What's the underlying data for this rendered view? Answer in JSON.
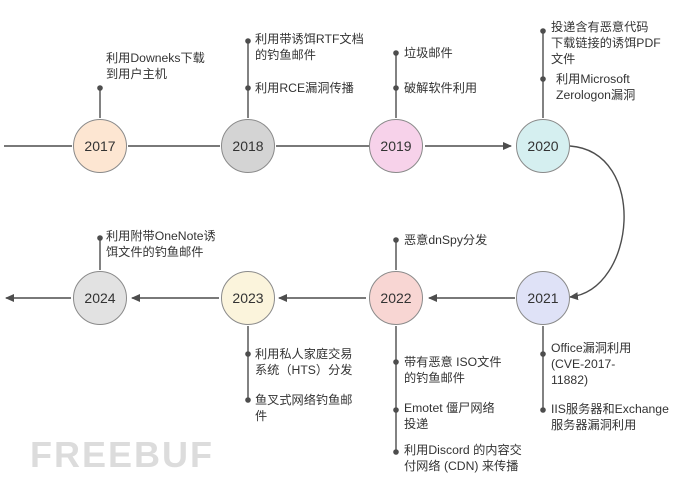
{
  "colors": {
    "line": "#4d4d4d",
    "n2017": "#fde6d2",
    "n2018": "#d4d4d4",
    "n2019": "#f7d2ea",
    "n2020": "#d5eff0",
    "n2021": "#dfe2f7",
    "n2022": "#f8d6d3",
    "n2023": "#fbf4dc",
    "n2024": "#e2e2e2"
  },
  "years": {
    "y2017": "2017",
    "y2018": "2018",
    "y2019": "2019",
    "y2020": "2020",
    "y2021": "2021",
    "y2022": "2022",
    "y2023": "2023",
    "y2024": "2024"
  },
  "events": {
    "e2017_1": [
      "利用Downeks下载",
      "到用户主机"
    ],
    "e2018_1": [
      "利用带诱饵RTF文档",
      "的钓鱼邮件"
    ],
    "e2018_2": [
      "利用RCE漏洞传播"
    ],
    "e2019_1": [
      "垃圾邮件"
    ],
    "e2019_2": [
      "破解软件利用"
    ],
    "e2020_1": [
      "投递含有恶意代码",
      "下载链接的诱饵PDF",
      "文件"
    ],
    "e2020_2": [
      "利用Microsoft",
      "Zerologon漏洞"
    ],
    "e2021_1": [
      "Office漏洞利用",
      "(CVE-2017-",
      "11882)"
    ],
    "e2021_2": [
      "IIS服务器和Exchange",
      "服务器漏洞利用"
    ],
    "e2022_1": [
      "恶意dnSpy分发"
    ],
    "e2022_2": [
      "带有恶意 ISO文件",
      "的钓鱼邮件"
    ],
    "e2022_3": [
      "Emotet 僵尸网络",
      "投递"
    ],
    "e2022_4": [
      "利用Discord 的内容交",
      "付网络 (CDN) 来传播"
    ],
    "e2023_1": [
      "利用私人家庭交易",
      "系统（HTS）分发"
    ],
    "e2023_2": [
      "鱼叉式网络钓鱼邮",
      "件"
    ],
    "e2024_1": [
      "利用附带OneNote诱",
      "饵文件的钓鱼邮件"
    ]
  },
  "watermark": "FREEBUF"
}
